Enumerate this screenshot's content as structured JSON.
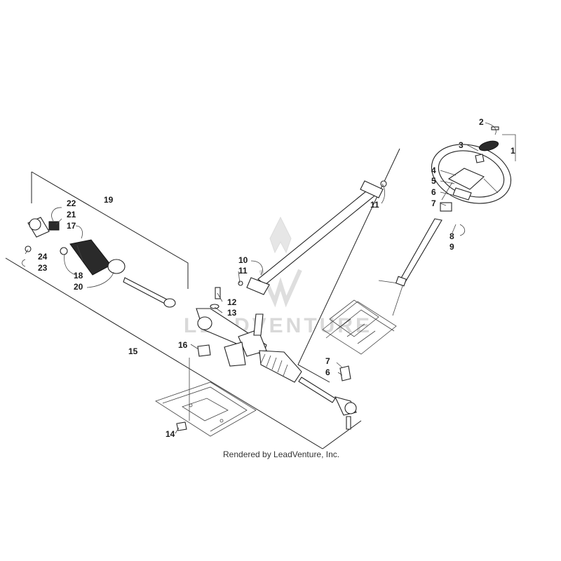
{
  "diagram": {
    "watermark_text": "LEADVENTURE",
    "credit_text": "Rendered by LeadVenture, Inc.",
    "callouts": [
      {
        "id": "c2",
        "text": "2"
      },
      {
        "id": "c3",
        "text": "3"
      },
      {
        "id": "c1",
        "text": "1"
      },
      {
        "id": "c4",
        "text": "4"
      },
      {
        "id": "c5",
        "text": "5"
      },
      {
        "id": "c6a",
        "text": "6"
      },
      {
        "id": "c7a",
        "text": "7"
      },
      {
        "id": "c8",
        "text": "8"
      },
      {
        "id": "c9",
        "text": "9"
      },
      {
        "id": "c11a",
        "text": "11"
      },
      {
        "id": "c10",
        "text": "10"
      },
      {
        "id": "c11b",
        "text": "11"
      },
      {
        "id": "c12",
        "text": "12"
      },
      {
        "id": "c13",
        "text": "13"
      },
      {
        "id": "c19",
        "text": "19"
      },
      {
        "id": "c22",
        "text": "22"
      },
      {
        "id": "c21",
        "text": "21"
      },
      {
        "id": "c17",
        "text": "17"
      },
      {
        "id": "c24",
        "text": "24"
      },
      {
        "id": "c23",
        "text": "23"
      },
      {
        "id": "c18",
        "text": "18"
      },
      {
        "id": "c20",
        "text": "20"
      },
      {
        "id": "c15",
        "text": "15"
      },
      {
        "id": "c16",
        "text": "16"
      },
      {
        "id": "c7b",
        "text": "7"
      },
      {
        "id": "c6b",
        "text": "6"
      },
      {
        "id": "c14",
        "text": "14"
      }
    ]
  }
}
